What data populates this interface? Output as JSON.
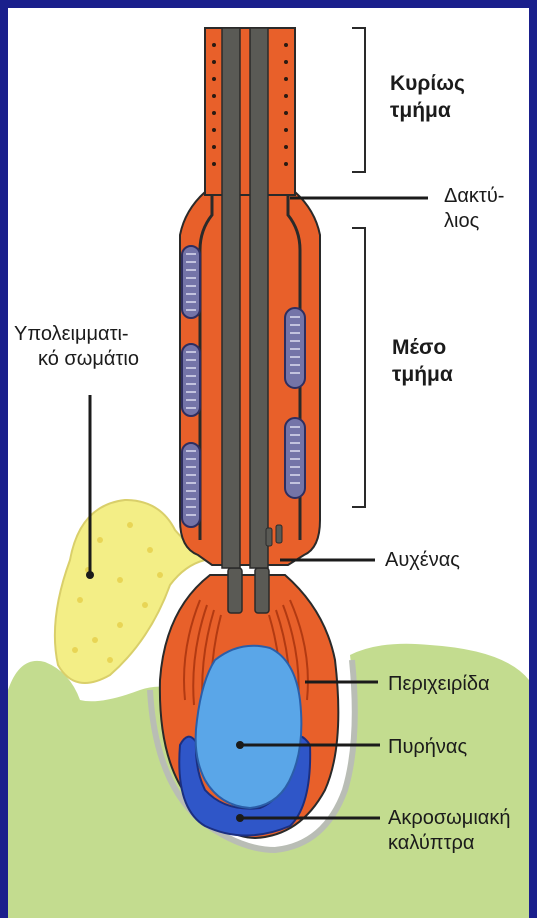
{
  "colors": {
    "frame": "#1a1f8c",
    "background": "#ffffff",
    "cell": "#c3dc8f",
    "sheath": "#e8602a",
    "axoneme": "#5a5a55",
    "nucleus": "#5aa6e8",
    "acrosome": "#2f56c8",
    "cytoplasm": "#f3ee86",
    "mitochondria": "#6a6aa0"
  },
  "labels": {
    "principal_piece": [
      "Κυρίως",
      "τμήμα"
    ],
    "annulus": [
      "Δακτύ-",
      "λιος"
    ],
    "middle_piece": [
      "Μέσο",
      "τμήμα"
    ],
    "residual_body": [
      "Υπολειμματι-",
      "κό σωμάτιο"
    ],
    "neck": "Αυχένας",
    "manchette": "Περιχειρίδα",
    "nucleus": "Πυρήνας",
    "acrosomal_cap": [
      "Ακροσωμιακή",
      "καλύπτρα"
    ]
  }
}
